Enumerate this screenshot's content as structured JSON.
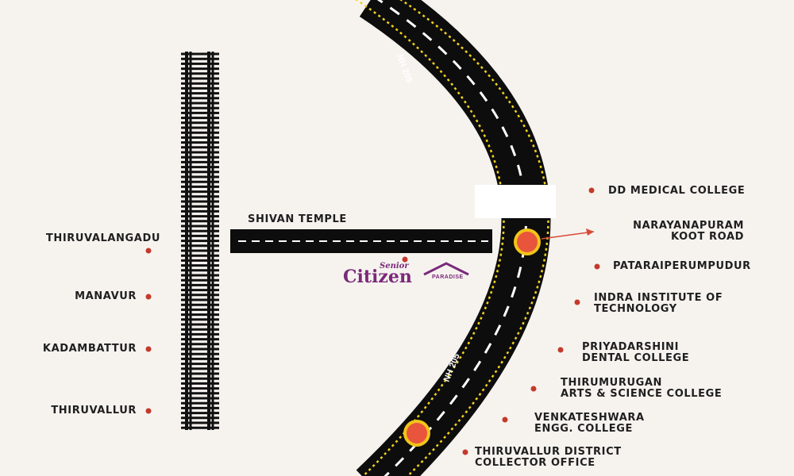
{
  "highway": {
    "name": "NH 205"
  },
  "colors": {
    "background": "#f6f3ef",
    "road": "#0d0d0d",
    "road_edge": "#f2d21a",
    "marker": "#e8553c",
    "marker_ring": "#f2c418",
    "dot": "#c43a2a",
    "logo": "#7a2a7a"
  },
  "left_places": [
    {
      "name": "THIRUVALANGADU"
    },
    {
      "name": "MANAVUR"
    },
    {
      "name": "KADAMBATTUR"
    },
    {
      "name": "THIRUVALLUR"
    }
  ],
  "center_places": [
    {
      "name": "SHIVAN TEMPLE"
    }
  ],
  "right_places": [
    {
      "lines": [
        "DD MEDICAL COLLEGE"
      ]
    },
    {
      "lines": [
        "NARAYANAPURAM",
        "KOOT ROAD"
      ]
    },
    {
      "lines": [
        "PATARAIPERUMPUDUR"
      ]
    },
    {
      "lines": [
        "INDRA INSTITUTE OF",
        "TECHNOLOGY"
      ]
    },
    {
      "lines": [
        "PRIYADARSHINI",
        "DENTAL COLLEGE"
      ]
    },
    {
      "lines": [
        "THIRUMURUGAN",
        "ARTS & SCIENCE COLLEGE"
      ]
    },
    {
      "lines": [
        "VENKATESHWARA",
        "ENGG. COLLEGE"
      ]
    },
    {
      "lines": [
        "THIRUVALLUR DISTRICT",
        "COLLECTOR OFFICE"
      ]
    }
  ],
  "logo": {
    "top": "Senior",
    "main": "Citizen",
    "tag": "PARADISE"
  },
  "icons": [
    "railway-track-icon",
    "location-marker-icon",
    "arrow-icon",
    "house-roof-icon"
  ]
}
